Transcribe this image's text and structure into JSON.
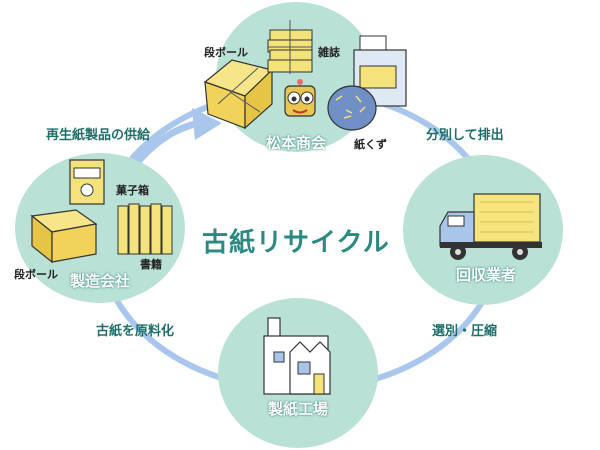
{
  "title": "古紙リサイクル",
  "colors": {
    "circle": "#b9e1d6",
    "cycle": "#a9c7ec",
    "label": "#1e6f68",
    "paper": "#f4e27a",
    "cardboard": "#f1d35c",
    "truck_box": "#f6e57d",
    "truck_cab": "#a9c6ea"
  },
  "nodes": {
    "store": {
      "name": "松本商会",
      "items": [
        "段ボール",
        "雑誌",
        "紙くず"
      ]
    },
    "collector": {
      "name": "回収業者"
    },
    "mill": {
      "name": "製紙工場"
    },
    "maker": {
      "name": "製造会社",
      "items": [
        "菓子箱",
        "書籍",
        "段ボール"
      ]
    }
  },
  "edges": {
    "store_to_collector": "分別して排出",
    "collector_to_mill": "選別・圧縮",
    "mill_to_maker": "古紙を原料化",
    "maker_to_store": "再生紙製品の供給"
  }
}
